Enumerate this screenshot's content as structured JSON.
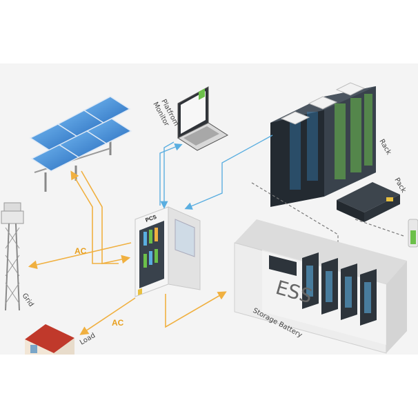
{
  "labels": {
    "monitor": [
      "Monitor",
      "Platfrom"
    ],
    "rack": "Rack",
    "pack": "Pack",
    "pcs": "PCS",
    "ess": "ESS",
    "storage": "Storage Battery",
    "grid": "Grid",
    "load": "Load",
    "ac_grid": "AC",
    "ac_load": "AC"
  },
  "colors": {
    "ac_line": "#f0b040",
    "data_line": "#5aaee0",
    "panel": "#4a90d0",
    "rack_body": "#2e3640",
    "container": "#eeeeee",
    "roof": "#c0392b",
    "battery_green": "#6cc04a"
  }
}
